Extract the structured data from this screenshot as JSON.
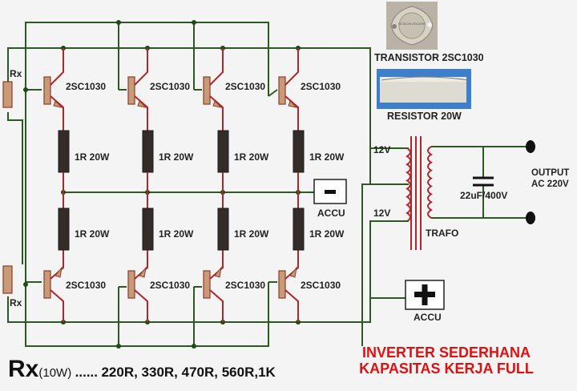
{
  "diagram": {
    "title_line1": "INVERTER SEDERHANA",
    "title_line2": "KAPASITAS KERJA FULL",
    "title_color": "#e01010",
    "wire_color": "#2a5a1f",
    "lead_color": "#b0262a"
  },
  "transistors": {
    "part": "2SC1030",
    "count_top": 4,
    "count_bottom": 4
  },
  "resistors": {
    "emitter_label": "1R 20W",
    "base_label": "Rx"
  },
  "accu": {
    "negative_symbol": "−",
    "negative_label": "ACCU",
    "positive_symbol": "+",
    "positive_label": "ACCU"
  },
  "transformer": {
    "primary_top": "12V",
    "primary_bottom": "12V",
    "label": "TRAFO"
  },
  "output": {
    "capacitor": "22uF/400V",
    "line1": "OUTPUT",
    "line2": "AC 220V"
  },
  "photos": {
    "transistor_caption": "TRANSISTOR 2SC1030",
    "transistor_marking": "HITACHI 2SC1030",
    "resistor_caption": "RESISTOR 20W"
  },
  "legend": {
    "symbol": "Rx",
    "rating": "(10W)",
    "dots": "......",
    "values": "220R, 330R, 470R, 560R,1K"
  }
}
